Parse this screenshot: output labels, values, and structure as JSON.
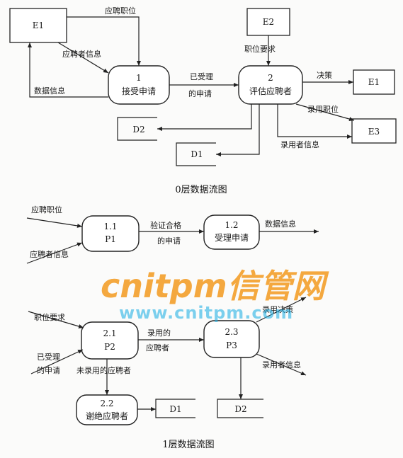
{
  "watermark": {
    "brand": "cnitpm信管网",
    "url": "www.cnitpm.com"
  },
  "level0": {
    "caption": "0层数据流图",
    "entities": {
      "e1_left": "E1",
      "e2": "E2",
      "e1_right": "E1",
      "e3": "E3"
    },
    "stores": {
      "d2": "D2",
      "d1": "D1"
    },
    "processes": {
      "p1_num": "1",
      "p1_name": "接受申请",
      "p2_num": "2",
      "p2_name": "评估应聘者"
    },
    "flows": {
      "apply_position": "应聘职位",
      "applicant_info": "应聘者信息",
      "data_info": "数据信息",
      "accepted_line1": "已受理",
      "accepted_line2": "的申请",
      "position_req": "职位要求",
      "decision": "决策",
      "hired_position": "录用职位",
      "hired_info": "录用者信息"
    }
  },
  "level1": {
    "caption": "1层数据流图",
    "processes": {
      "p11_num": "1.1",
      "p11_name": "P1",
      "p12_num": "1.2",
      "p12_name": "受理申请",
      "p21_num": "2.1",
      "p21_name": "P2",
      "p23_num": "2.3",
      "p23_name": "P3",
      "p22_num": "2.2",
      "p22_name": "谢绝应聘者"
    },
    "stores": {
      "d1": "D1",
      "d2": "D2"
    },
    "flows": {
      "apply_position": "应聘职位",
      "applicant_info": "应聘者信息",
      "verified_line1": "验证合格",
      "verified_line2": "的申请",
      "data_info": "数据信息",
      "position_req": "职位要求",
      "accepted_line1": "已受理",
      "accepted_line2": "的申请",
      "hired_line1": "录用的",
      "hired_line2": "应聘者",
      "not_hired": "未录用的应聘者",
      "hire_decision": "录用决策",
      "hired_info": "录用者信息"
    }
  }
}
